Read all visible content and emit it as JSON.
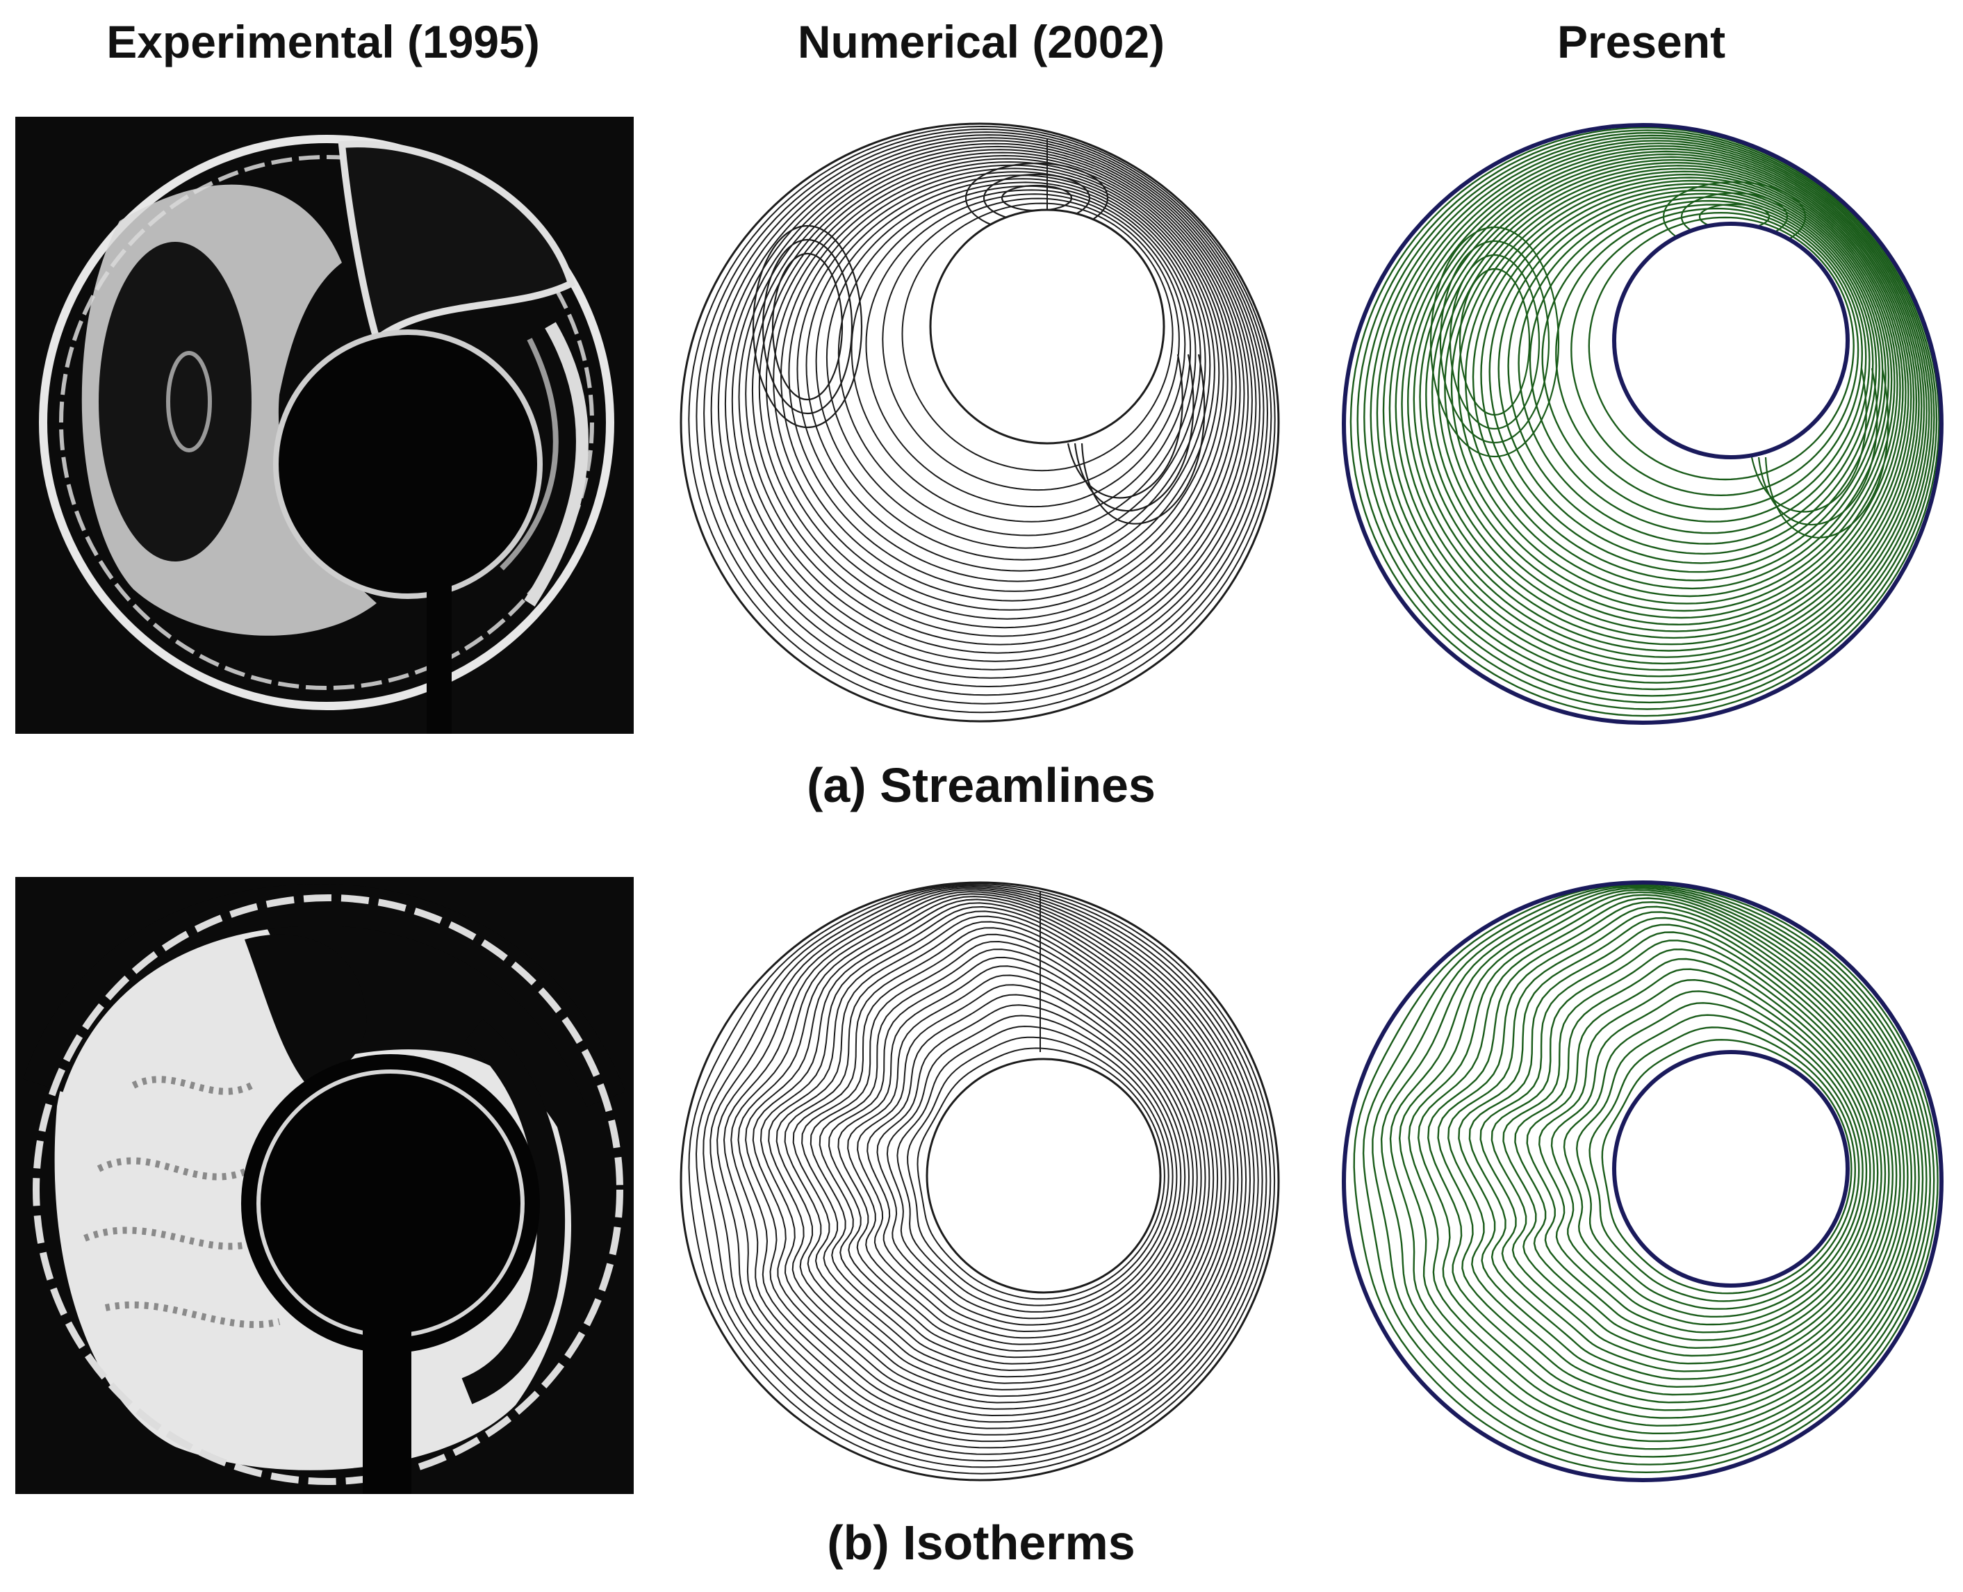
{
  "columns": {
    "experimental": "Experimental (1995)",
    "numerical": "Numerical (2002)",
    "present": "Present"
  },
  "rows": {
    "streamlines": "(a) Streamlines",
    "isotherms": "(b) Isotherms"
  },
  "colors": {
    "present_lines": "#1a5c1a",
    "present_walls": "#1a1a5c",
    "numerical_lines": "#1c1c1c",
    "photo_background": "#0b0b0b",
    "photo_bright": "#e8e8e8"
  }
}
